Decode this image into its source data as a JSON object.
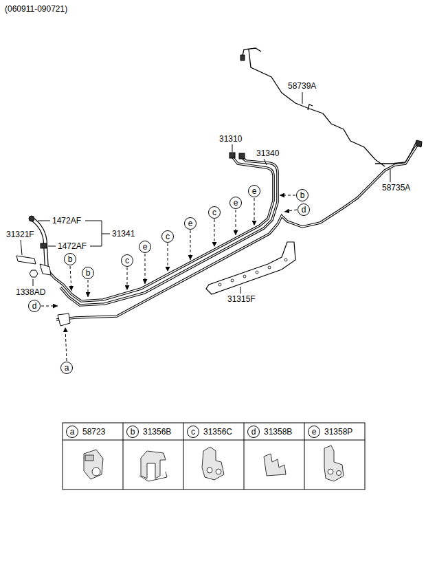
{
  "diagram": {
    "nodes": [
      {
        "text": [
          "e"
        ]
      },
      {
        "text": [
          "b"
        ]
      },
      {
        "text": [
          "e"
        ]
      },
      {
        "text": [
          "d"
        ]
      },
      {
        "text": [
          "c"
        ]
      },
      {
        "text": [
          "e"
        ]
      },
      {
        "text": [
          "c"
        ]
      },
      {
        "text": [
          "e"
        ]
      },
      {
        "text": [
          "b"
        ]
      },
      {
        "text": [
          "c"
        ]
      },
      {
        "text": [
          "b"
        ]
      },
      {
        "text": [
          "d"
        ]
      },
      {
        "text": [
          "a"
        ]
      },
      {
        "text": [
          "a"
        ]
      },
      {
        "text": [
          "b"
        ]
      },
      {
        "text": [
          "c"
        ]
      },
      {
        "text": [
          "d"
        ]
      },
      {
        "text": [
          "e"
        ]
      }
    ],
    "labels": [
      "(060911-090721)",
      "58739A",
      "58735A",
      "31310",
      "31340",
      "1472AF",
      "31341",
      "1472AF",
      "31321F",
      "1338AD",
      "31315F",
      "58723",
      "31356B",
      "31356C",
      "31358B",
      "31358P"
    ]
  }
}
